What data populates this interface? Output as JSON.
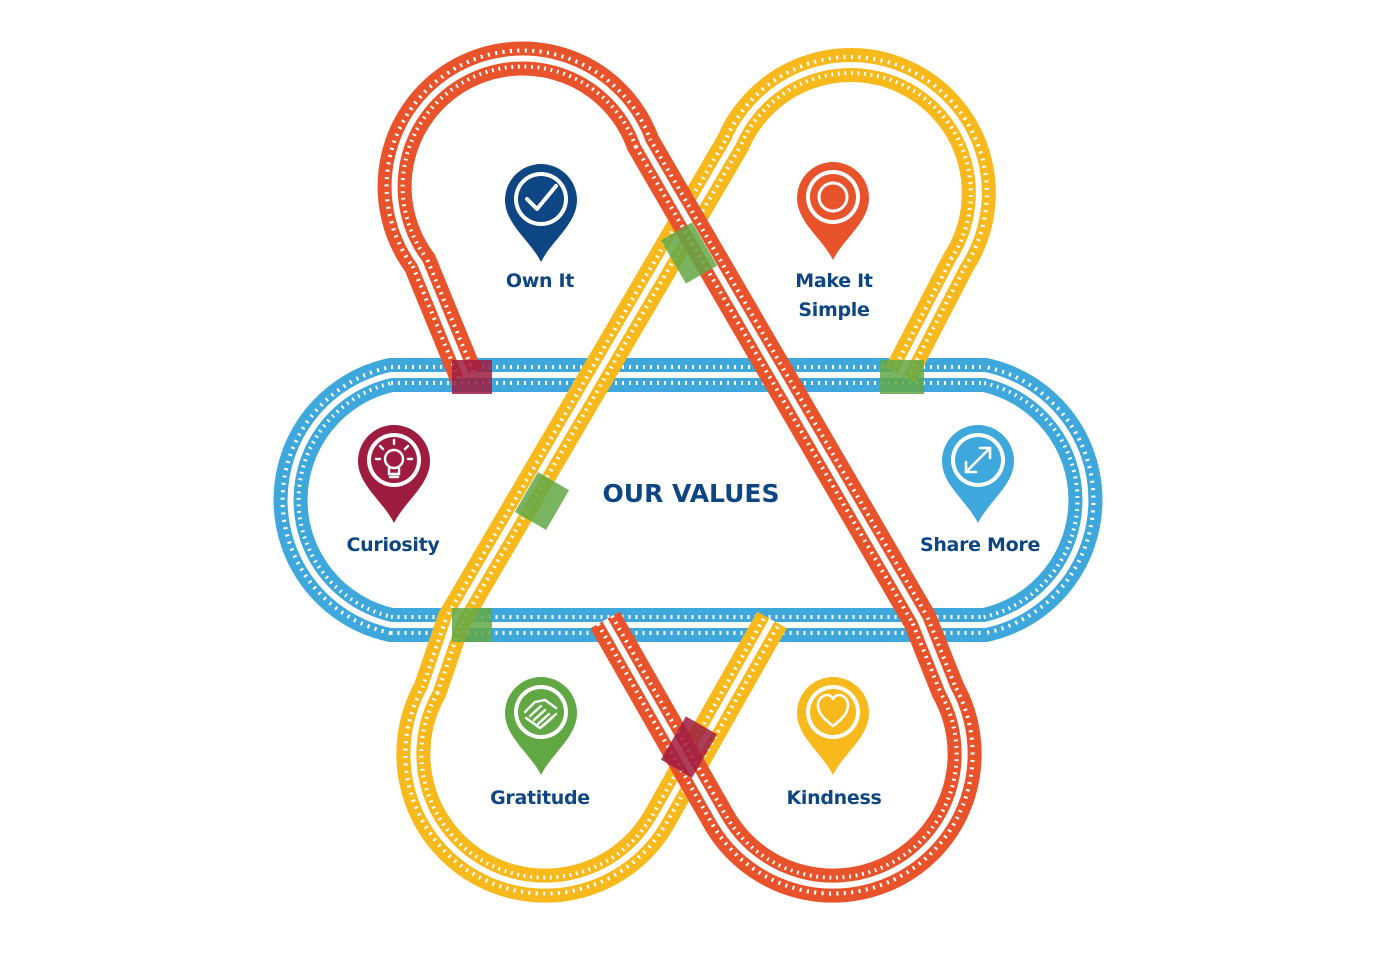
{
  "title": "OUR VALUES",
  "colors": {
    "text": "#0e4684",
    "red": "#e8532b",
    "yellow": "#f8b91d",
    "blue": "#3ea7db",
    "crossing_green": "#61a845",
    "crossing_maroon": "#9d1c3f"
  },
  "values": [
    {
      "key": "own_it",
      "line1": "Own It",
      "line2": "",
      "color": "#0e4684",
      "icon": "checkmark-icon"
    },
    {
      "key": "make_it_simple",
      "line1": "Make It",
      "line2": "Simple",
      "color": "#e8532b",
      "icon": "circle-icon"
    },
    {
      "key": "curiosity",
      "line1": "Curiosity",
      "line2": "",
      "color": "#9d1c3f",
      "icon": "lightbulb-icon"
    },
    {
      "key": "share_more",
      "line1": "Share More",
      "line2": "",
      "color": "#3ea7db",
      "icon": "expand-arrows-icon"
    },
    {
      "key": "gratitude",
      "line1": "Gratitude",
      "line2": "",
      "color": "#61a845",
      "icon": "handshake-icon"
    },
    {
      "key": "kindness",
      "line1": "Kindness",
      "line2": "",
      "color": "#f8b91d",
      "icon": "heart-icon"
    }
  ]
}
